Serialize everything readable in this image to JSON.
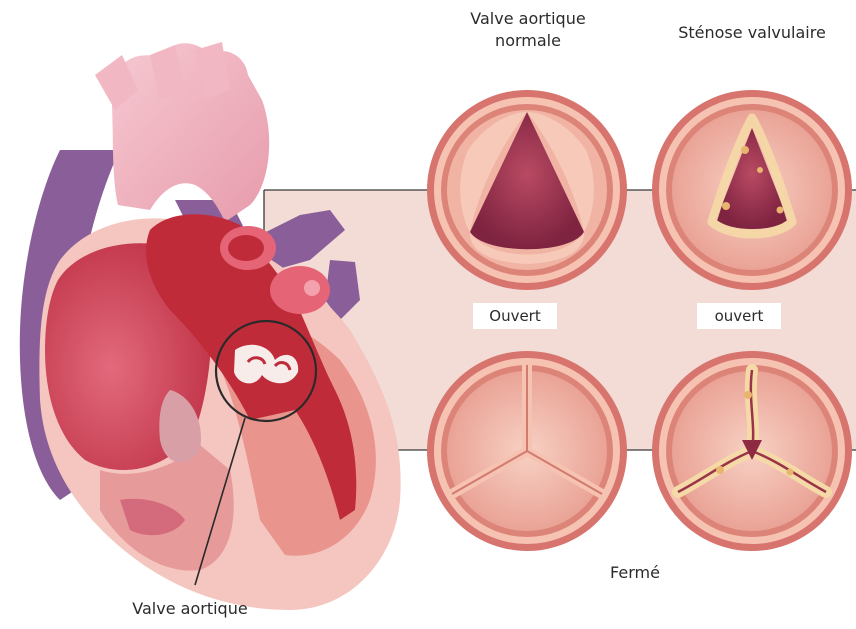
{
  "labels": {
    "normal_title_line1": "Valve aortique",
    "normal_title_line2": "normale",
    "stenosis_title": "Sténose valvulaire",
    "open_normal": "Ouvert",
    "open_stenosis": "ouvert",
    "closed": "Fermé",
    "heart_pointer": "Valve aortique"
  },
  "colors": {
    "panel": "#f3dcd6",
    "valve_ring": "#d8746e",
    "valve_inner": "#f6c3b3",
    "cusp_dark": "#8e2b43",
    "heart_pink": "#f1b7c3",
    "heart_red": "#c02b3a",
    "heart_crimson": "#d5566b",
    "vein_purple": "#8a5f99",
    "calcification": "#f5d9a6"
  },
  "icons": [
    "heart-illustration",
    "normal-valve-open",
    "stenosis-valve-open",
    "normal-valve-closed",
    "stenosis-valve-closed",
    "magnifier-circle"
  ]
}
